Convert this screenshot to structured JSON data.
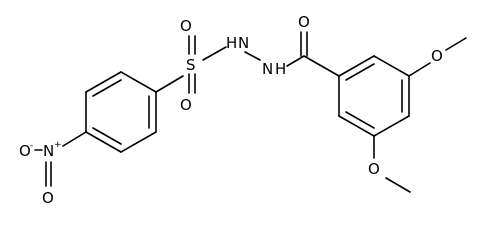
{
  "atoms": {
    "nitro_o_left": "O",
    "nitro_charge_left": "-",
    "nitro_n": "N",
    "nitro_charge_n": "+",
    "nitro_o_bottom": "O",
    "sulfonyl_s": "S",
    "sulfonyl_o_top": "O",
    "sulfonyl_o_bottom": "O",
    "hydrazide_nh1": "H",
    "hydrazide_n1": "N",
    "hydrazide_nh2": "N",
    "hydrazide_h2": "H",
    "carbonyl_o": "O",
    "methoxy_o_top": "O",
    "methoxy_o_bottom": "O"
  },
  "colors": {
    "bond": "#000000",
    "label": "#000000",
    "background": "#ffffff"
  }
}
